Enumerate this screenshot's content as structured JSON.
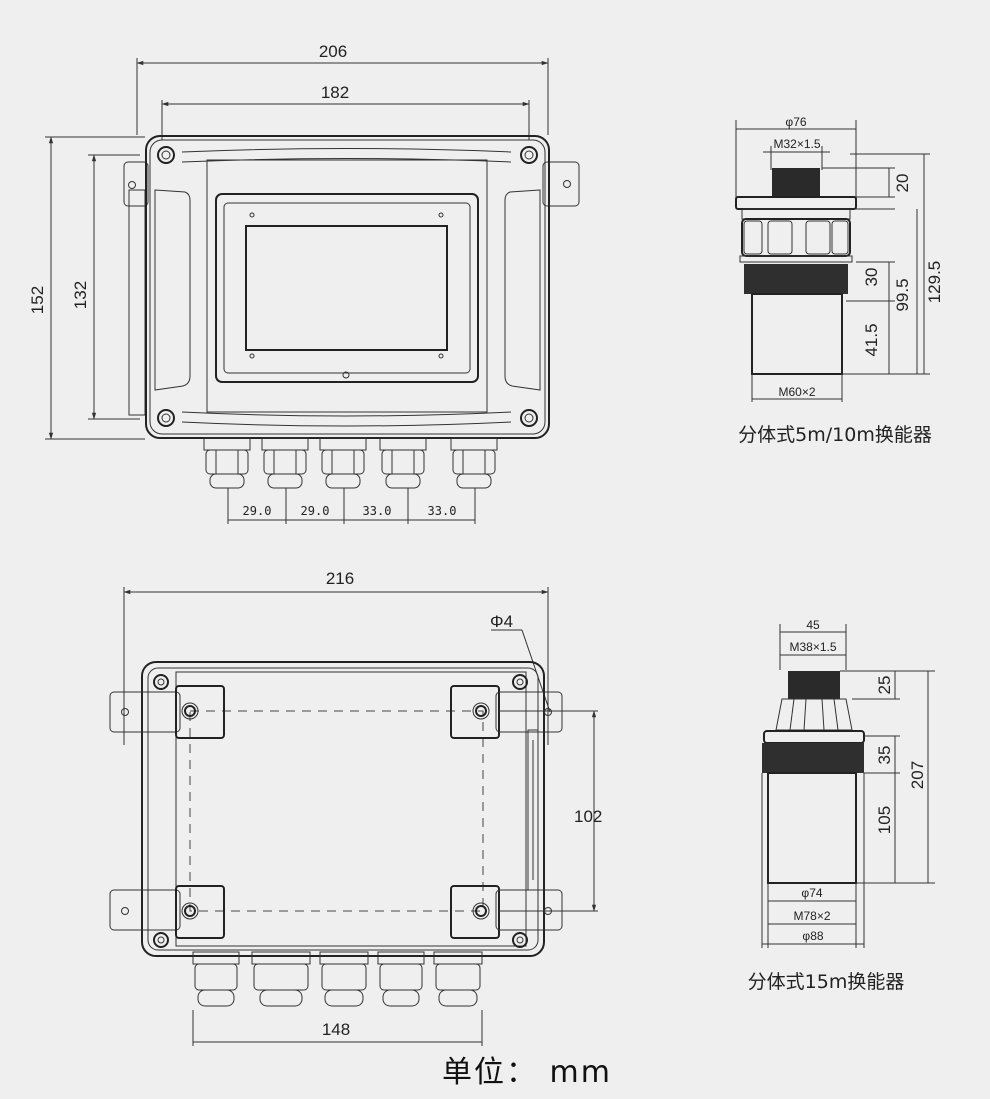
{
  "front_view": {
    "overall_width": "206",
    "inner_width": "182",
    "overall_height": "152",
    "inner_height": "132",
    "gland_spacing": [
      "29.0",
      "29.0",
      "33.0",
      "33.0"
    ]
  },
  "back_view": {
    "overall_width": "216",
    "hole_diameter": "Φ4",
    "mount_height": "102",
    "gland_span": "148"
  },
  "transducer_small": {
    "diameter_top": "φ76",
    "thread_top": "M32×1.5",
    "height_top": "20",
    "height_mid": "30",
    "height_lower": "41.5",
    "height_body": "99.5",
    "height_total": "129.5",
    "thread_bottom": "M60×2",
    "caption": "分体式5m/10m换能器"
  },
  "transducer_large": {
    "width_top": "45",
    "thread_top": "M38×1.5",
    "height_top": "25",
    "height_mid": "35",
    "height_body": "105",
    "height_total": "207",
    "diameter_inner": "φ74",
    "thread_bottom": "M78×2",
    "diameter_outer": "φ88",
    "caption": "分体式15m换能器"
  },
  "unit_label": "单位： mm"
}
